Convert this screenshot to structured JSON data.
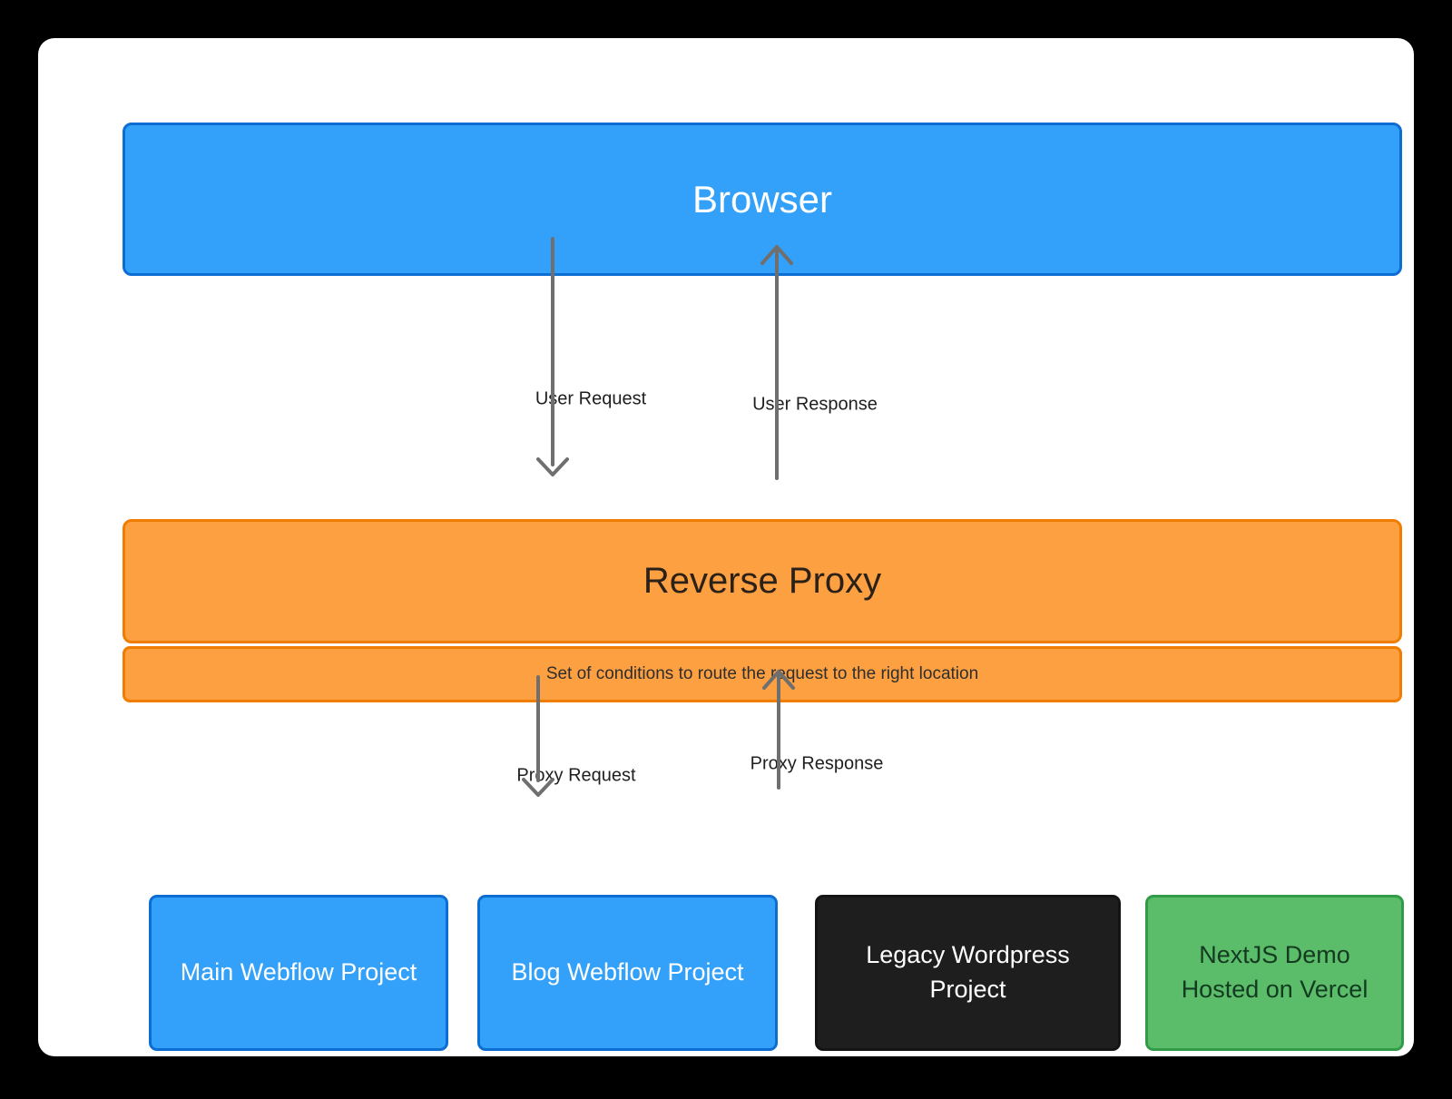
{
  "nodes": {
    "browser": {
      "label": "Browser"
    },
    "reverse_proxy": {
      "label": "Reverse Proxy",
      "condition_note": "Set of conditions to route the request to the right location"
    },
    "destinations": [
      {
        "id": "main-webflow-project",
        "label": "Main Webflow Project"
      },
      {
        "id": "blog-webflow-project",
        "label": "Blog Webflow Project"
      },
      {
        "id": "legacy-wordpress-project",
        "label": "Legacy Wordpress Project"
      },
      {
        "id": "nextjs-demo-vercel",
        "label": "NextJS Demo Hosted on Vercel"
      }
    ]
  },
  "edges": {
    "user_request": {
      "label": "User Request",
      "direction": "down",
      "from": "Browser",
      "to": "Reverse Proxy"
    },
    "user_response": {
      "label": "User Response",
      "direction": "up",
      "from": "Reverse Proxy",
      "to": "Browser"
    },
    "proxy_request": {
      "label": "Proxy Request",
      "direction": "down",
      "from": "Reverse Proxy",
      "to": "destinations"
    },
    "proxy_response": {
      "label": "Proxy Response",
      "direction": "up",
      "from": "destinations",
      "to": "Reverse Proxy"
    }
  },
  "colors": {
    "backdrop": "#000000",
    "canvas": "#FFFFFF",
    "node_blue_fill": "#33A1F9",
    "node_blue_border": "#0C6DD3",
    "node_orange_fill": "#FCA042",
    "node_orange_border": "#F07D00",
    "node_dark_fill": "#1E1E1E",
    "node_green_fill": "#5BBC6A",
    "node_green_border": "#319B48",
    "arrow_stroke": "#6F6F6F"
  }
}
